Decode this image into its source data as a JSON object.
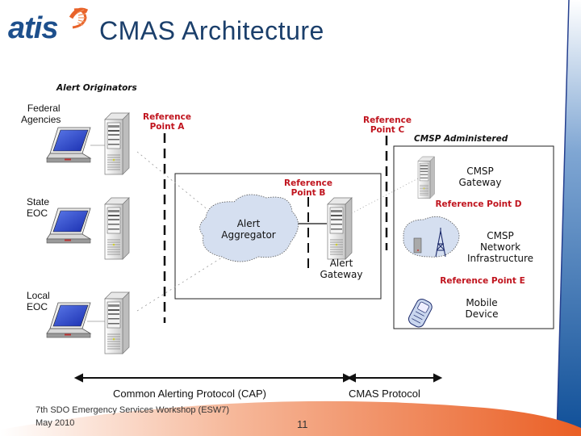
{
  "slide": {
    "logo_text": "atis",
    "title": "CMAS Architecture",
    "page_number": "11",
    "footer": {
      "line1": "7th SDO Emergency Services Workshop (ESW7)",
      "line2": "May 2010"
    },
    "colors": {
      "title": "#1b3f6b",
      "logo_blue": "#1d4f8c",
      "logo_orange": "#e8632a",
      "reference_red": "#c0141e",
      "cloud_fill": "#d5dff0",
      "side_band_blue": "#1d5aa0",
      "bottom_band_orange": "#ec6a35"
    }
  },
  "diagram": {
    "originators_header": "Alert Originators",
    "originators": [
      {
        "line1": "Federal",
        "line2": "Agencies"
      },
      {
        "line1": "State",
        "line2": "EOC"
      },
      {
        "line1": "Local",
        "line2": "EOC"
      }
    ],
    "reference_points": {
      "a": {
        "line1": "Reference",
        "line2": "Point A"
      },
      "b": {
        "line1": "Reference",
        "line2": "Point B"
      },
      "c": {
        "line1": "Reference",
        "line2": "Point C"
      },
      "d": "Reference Point D",
      "e": "Reference Point E"
    },
    "alert_aggregator": {
      "line1": "Alert",
      "line2": "Aggregator"
    },
    "alert_gateway": {
      "line1": "Alert",
      "line2": "Gateway"
    },
    "cmsp_header": "CMSP Administered",
    "cmsp_gateway": {
      "line1": "CMSP",
      "line2": "Gateway"
    },
    "cmsp_network": {
      "line1": "CMSP",
      "line2": "Network",
      "line3": "Infrastructure"
    },
    "mobile_device": {
      "line1": "Mobile",
      "line2": "Device"
    },
    "protocols": {
      "cap": "Common Alerting Protocol (CAP)",
      "cmas": "CMAS Protocol"
    }
  }
}
